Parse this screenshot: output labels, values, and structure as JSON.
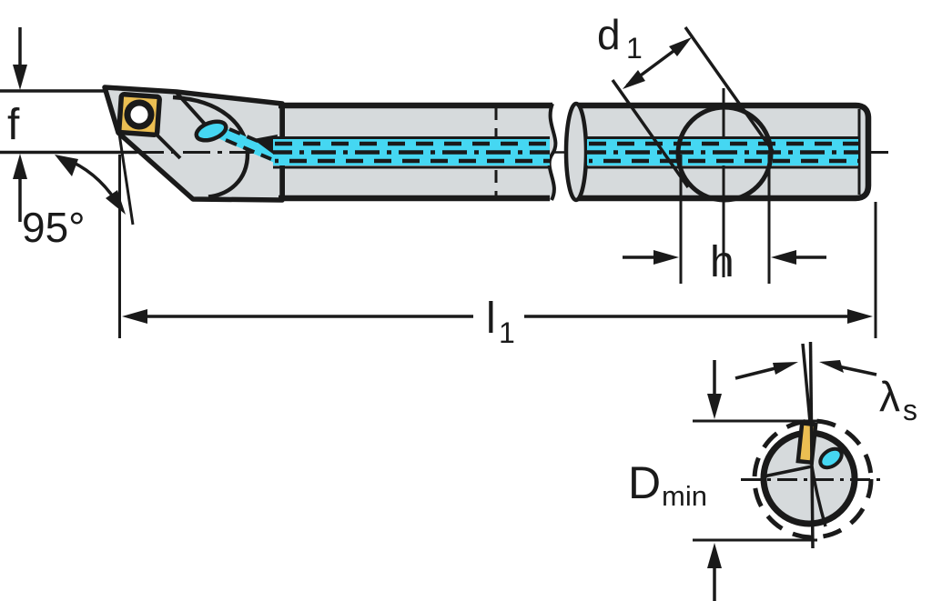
{
  "diagram": {
    "description": "Technical drawing of a boring bar (internal turning tool) with coolant channel: side view with break, clamping circle detail and end view",
    "colors": {
      "body_gray": "#D6DADC",
      "coolant_cyan": "#45D7F2",
      "insert_gold": "#EBBE52",
      "line_black": "#1a1a1a",
      "background": "#ffffff",
      "insert_hole_white": "#ffffff"
    },
    "annotations": {
      "tip_offset": {
        "label": "f"
      },
      "approach_angle": {
        "label": "95°"
      },
      "shank_diameter": {
        "main": "d",
        "sub": "1"
      },
      "clamp_height": {
        "label": "h"
      },
      "overall_length": {
        "main": "l",
        "sub": "1"
      },
      "inclination_angle": {
        "main": "λ",
        "sub": "s"
      },
      "min_bore_diameter": {
        "main": "D",
        "sub": "min"
      }
    }
  }
}
